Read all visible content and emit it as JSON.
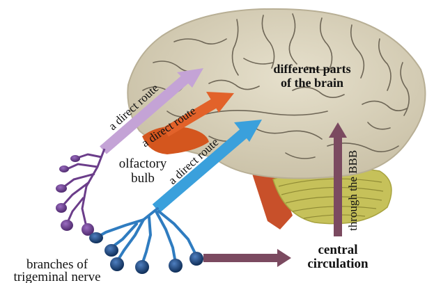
{
  "labels": {
    "route_purple": "a direct route",
    "route_orange": "a direct route",
    "route_blue": "a direct route",
    "brain_parts_line1": "different parts",
    "brain_parts_line2": "of the brain",
    "olfactory_line1": "olfactory",
    "olfactory_line2": "bulb",
    "trigeminal_line1": "branches of",
    "trigeminal_line2": "trigeminal nerve",
    "central_line1": "central",
    "central_line2": "circulation",
    "bbb": "through the BBB"
  },
  "colors": {
    "brain_fill": "#d9d2bd",
    "brain_outline": "#bfb69e",
    "brain_sulci": "#6e6656",
    "cerebellum": "#c6c15a",
    "brainstem": "#c8502a",
    "olfactory_bulb": "#d4561e",
    "purple_route": "#c4a3d6",
    "purple_nerve": "#6b3d8a",
    "orange_route": "#e2622a",
    "blue_route": "#3aa0dc",
    "blue_nerve": "#17406f",
    "maroon_arrow": "#7b4a60"
  }
}
